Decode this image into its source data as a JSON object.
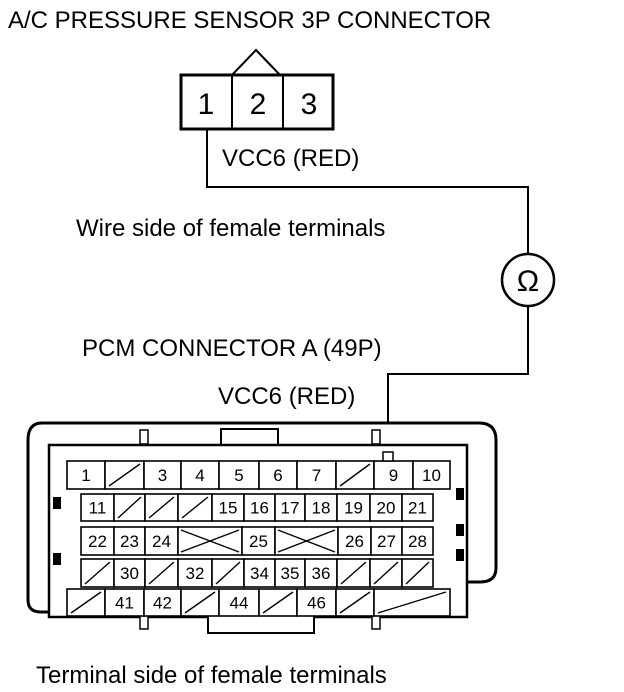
{
  "title": "A/C PRESSURE SENSOR 3P CONNECTOR",
  "sensor_connector": {
    "pins": [
      "1",
      "2",
      "3"
    ]
  },
  "wire_label_top": "VCC6 (RED)",
  "wire_side_note": "Wire side of female terminals",
  "meter_symbol": "Ω",
  "meter_icon": "ohmmeter-icon",
  "pcm_title": "PCM CONNECTOR A (49P)",
  "wire_label_bottom": "VCC6 (RED)",
  "terminal_side_note": "Terminal side of female terminals",
  "pcm_connector": {
    "total_pins": 49,
    "probed_pin": "9",
    "rows": [
      [
        "1",
        "",
        "3",
        "4",
        "5",
        "6",
        "7",
        "",
        "9",
        "10"
      ],
      [
        "11",
        "",
        "",
        "",
        "15",
        "16",
        "17",
        "18",
        "19",
        "20",
        "21"
      ],
      [
        "22",
        "23",
        "24",
        "",
        "25",
        "",
        "26",
        "27",
        "28"
      ],
      [
        "",
        "30",
        "",
        "32",
        "",
        "34",
        "35",
        "36",
        "",
        "",
        ""
      ],
      [
        "",
        "41",
        "42",
        "",
        "44",
        "",
        "46",
        "",
        ""
      ]
    ]
  }
}
